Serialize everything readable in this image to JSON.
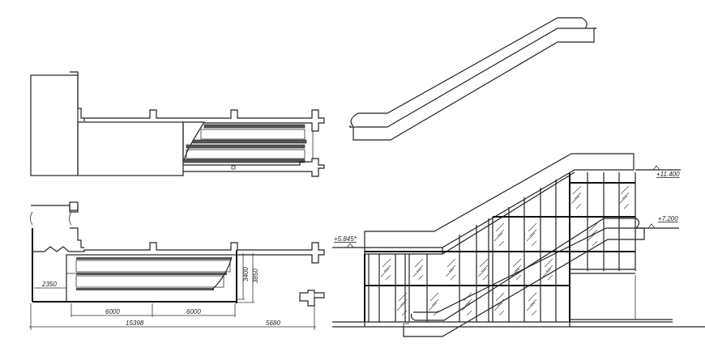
{
  "drawing": {
    "title": "Escalator plan and elevation CAD drawing",
    "views": [
      {
        "name": "top-plan",
        "description": "Roof plan with hatched canopy over escalator"
      },
      {
        "name": "floor-plan",
        "description": "Plan with twin escalators and dimensions"
      },
      {
        "name": "escalator-side-profile",
        "description": "Escalator truss side outline"
      },
      {
        "name": "glazed-elevation",
        "description": "Glazed enclosure elevation with levels"
      }
    ]
  },
  "floor_plan": {
    "dimensions": {
      "offset_left": "2350",
      "bay_1": "6000",
      "bay_2": "6000",
      "overall": "15398",
      "right_extension": "5680",
      "width_inner": "3400",
      "width_outer": "3850"
    }
  },
  "elevation": {
    "levels": {
      "top": "+11.400",
      "upper_landing": "+7.200",
      "canopy_low": "+5.845*"
    }
  }
}
